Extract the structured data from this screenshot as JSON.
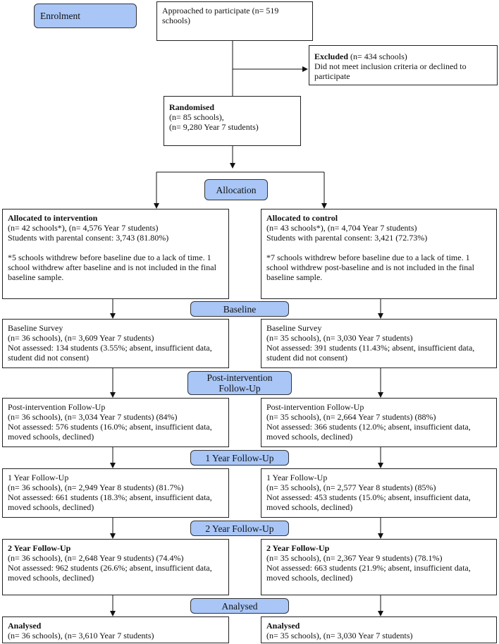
{
  "stages": {
    "enrolment": "Enrolment",
    "allocation": "Allocation",
    "baseline": "Baseline",
    "post": "Post-intervention Follow-Up",
    "year1": "1 Year Follow-Up",
    "year2": "2 Year Follow-Up",
    "analysed": "Analysed"
  },
  "approached": "Approached to participate (n= 519 schools)",
  "excluded": {
    "title": "Excluded",
    "count": " (n= 434 schools)",
    "reason": "Did not meet inclusion criteria or declined to participate"
  },
  "randomised": {
    "title": "Randomised",
    "lines": "(n= 85 schools),\n(n= 9,280 Year 7 students)"
  },
  "intervention": {
    "allocated": {
      "title": "Allocated to intervention",
      "lines": "(n= 42 schools*), (n= 4,576 Year 7 students)\nStudents with parental consent: 3,743 (81.80%)\n\n*5 schools withdrew before baseline due to a lack of time. 1 school withdrew after baseline and is not included in the final baseline sample."
    },
    "baseline": "Baseline Survey\n(n= 36 schools), (n= 3,609 Year 7 students)\nNot assessed: 134 students (3.55%; absent, insufficient data, student did not consent)",
    "post": "Post-intervention Follow-Up\n(n= 36 schools), (n= 3,034 Year 7 students) (84%)\nNot assessed: 576 students (16.0%; absent, insufficient data, moved schools, declined)",
    "year1": "1 Year Follow-Up\n(n= 36 schools), (n= 2,949 Year 8 students) (81.7%)\nNot assessed: 661 students (18.3%; absent, insufficient data, moved schools, declined)",
    "year2": {
      "title": "2 Year Follow-Up",
      "lines": "(n= 36 schools), (n= 2,648 Year 9 students) (74.4%)\nNot assessed: 962 students (26.6%; absent, insufficient data, moved schools, declined)"
    },
    "analysed": {
      "title": "Analysed",
      "lines": "(n= 36 schools), (n= 3,610 Year 7 students)"
    }
  },
  "control": {
    "allocated": {
      "title": "Allocated to control",
      "lines": "(n= 43 schools*), (n= 4,704 Year 7 students)\nStudents with parental consent: 3,421 (72.73%)\n\n*7 schools withdrew before baseline due to a lack of time. 1 school withdrew post-baseline and is not included in the final baseline sample."
    },
    "baseline": "Baseline Survey\n(n= 35 schools), (n= 3,030 Year 7 students)\nNot assessed: 391 students (11.43%; absent, insufficient data, student did not consent)",
    "post": "Post-intervention Follow-Up\n(n= 35 schools), (n= 2,664 Year 7 students) (88%)\nNot assessed: 366 students (12.0%; absent, insufficient data, moved schools, declined)",
    "year1": "1 Year Follow-Up\n(n= 35 schools), (n= 2,577 Year 8 students) (85%)\nNot assessed: 453 students (15.0%; absent, insufficient data, moved schools, declined)",
    "year2": {
      "title": "2 Year Follow-Up",
      "lines": "(n= 35 schools), (n= 2,367 Year 9 students) (78.1%)\nNot assessed: 663 students (21.9%; absent, insufficient data, moved schools, declined)"
    },
    "analysed": {
      "title": "Analysed",
      "lines": "(n= 35 schools), (n= 3,030 Year 7 students)"
    }
  },
  "colors": {
    "stage_fill": "#a9c6f6"
  }
}
